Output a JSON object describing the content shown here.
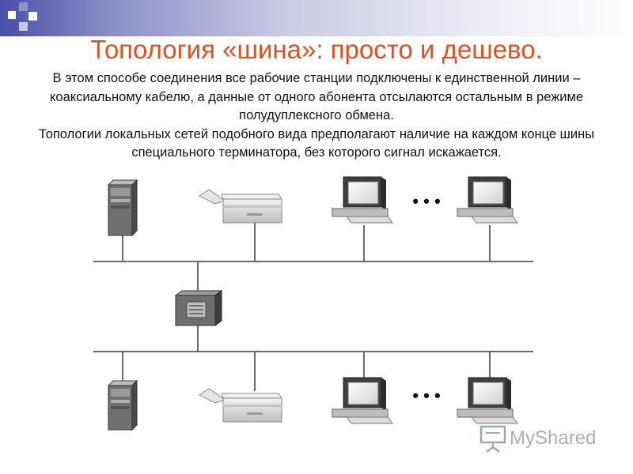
{
  "slide": {
    "title": "Топология «шина»: просто и дешево.",
    "paragraph1": "В этом способе соединения все рабочие станции подключены к единственной линии – коаксиальному кабелю, а данные от одного абонента отсылаются остальным в режиме полудуплексного обмена.",
    "paragraph2": "Топологии локальных сетей подобного вида предполагают наличие на каждом конце шины специального терминатора, без которого сигнал искажается."
  },
  "diagram": {
    "ellipsis_top": "• • •",
    "ellipsis_bottom": "• • •",
    "devices_top": [
      "server-icon",
      "printer-icon",
      "workstation-icon",
      "workstation-icon"
    ],
    "devices_bottom": [
      "server-icon",
      "printer-icon",
      "workstation-icon",
      "workstation-icon"
    ],
    "bridge": "network-device-icon"
  },
  "watermark": {
    "text": "MyShared",
    "icon": "presentation-board-icon"
  },
  "colors": {
    "title": "#e05020",
    "device_body": "#d8d8d8",
    "device_dark": "#5a5a5a",
    "bus_line": "#6a6a6a"
  }
}
